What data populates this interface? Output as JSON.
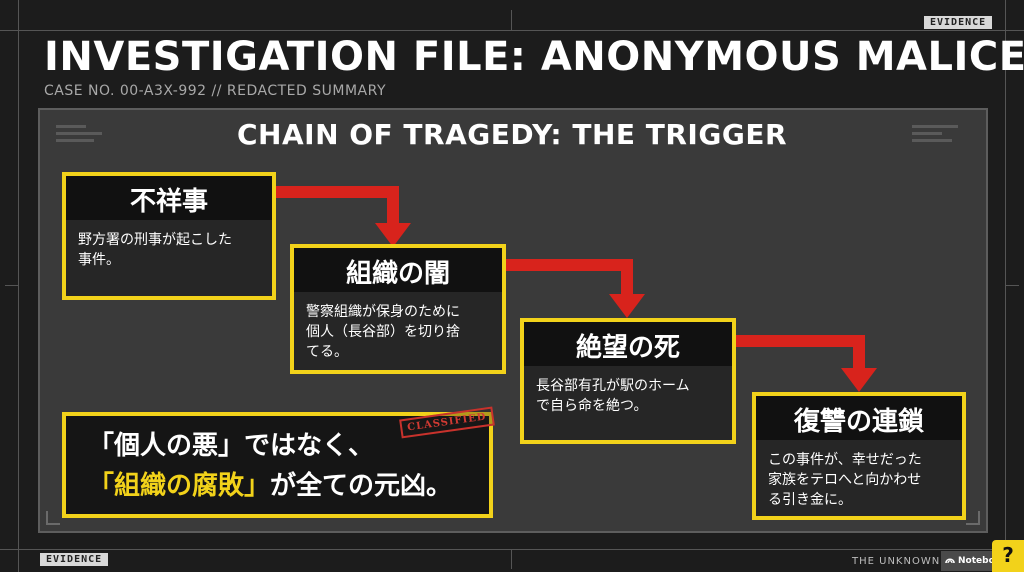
{
  "header": {
    "title": "INVESTIGATION FILE: ANONYMOUS MALICE",
    "case_no": "CASE NO. 00-A3X-992 // REDACTED SUMMARY",
    "evidence_tag_top": "EVIDENCE",
    "evidence_tag_bottom": "EVIDENCE"
  },
  "panel": {
    "title": "CHAIN OF TRAGEDY: THE TRIGGER"
  },
  "steps": [
    {
      "title": "不祥事",
      "desc_line1": "野方署の刑事が起こした",
      "desc_line2": "事件。",
      "desc_line3": ""
    },
    {
      "title": "組織の闇",
      "desc_line1": "警察組織が保身のために",
      "desc_line2": "個人（長谷部）を切り捨",
      "desc_line3": "てる。"
    },
    {
      "title": "絶望の死",
      "desc_line1": "長谷部有孔が駅のホーム",
      "desc_line2": "で自ら命を絶つ。",
      "desc_line3": ""
    },
    {
      "title": "復讐の連鎖",
      "desc_line1": "この事件が、幸せだった",
      "desc_line2": "家族をテロへと向かわせ",
      "desc_line3": "る引き金に。"
    }
  ],
  "summary": {
    "line1": "「個人の悪」ではなく、",
    "line2_highlight": "「組織の腐敗」",
    "line2_rest": "が全ての元凶。",
    "stamp": "CLASSIFIED"
  },
  "footer": {
    "text": "THE UNKNOWN",
    "logo": "NotebookLM",
    "badge": "?"
  },
  "colors": {
    "accent_yellow": "#f2d21a",
    "arrow_red": "#d8231c",
    "background": "#1c1c1c",
    "panel": "#3a3a3a"
  },
  "icons": {
    "logo_icon": "notebooklm-icon",
    "arrow": "elbow-down-arrow"
  }
}
